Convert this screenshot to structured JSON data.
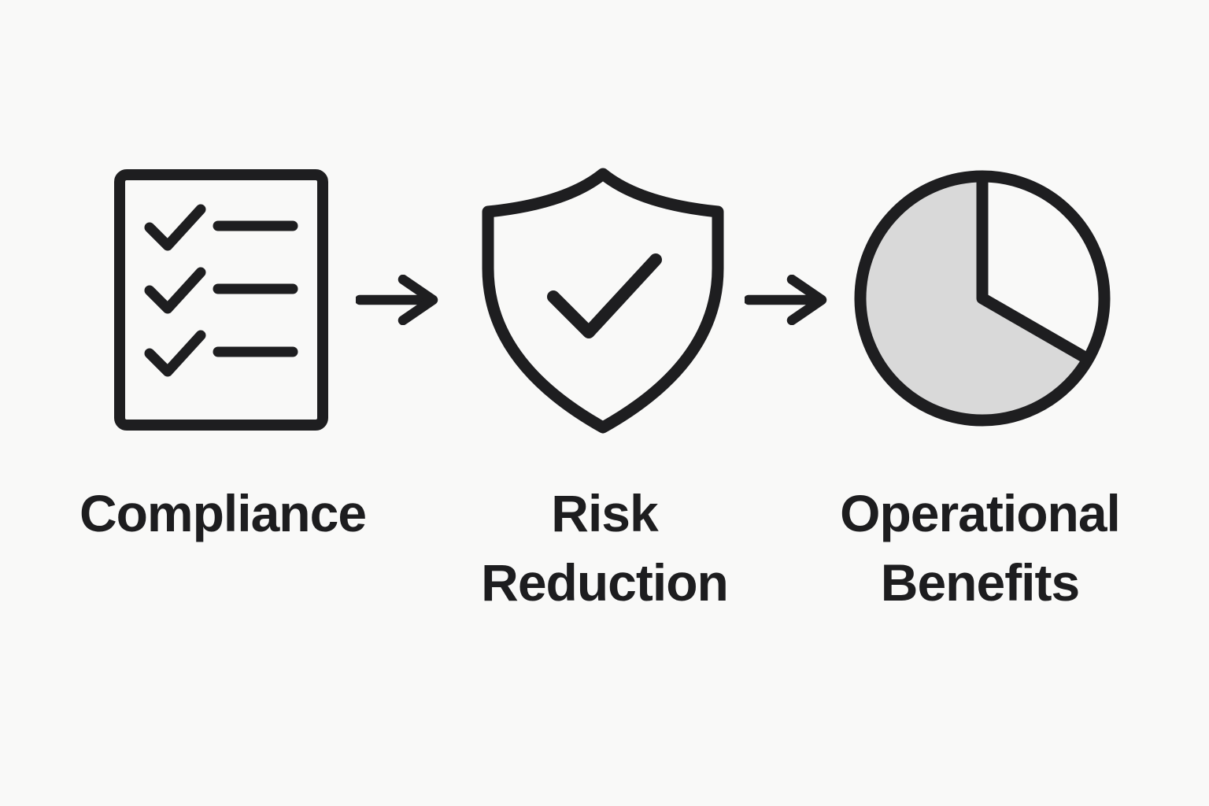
{
  "diagram": {
    "title": "compliance-to-benefits process flow",
    "steps": [
      {
        "id": "compliance",
        "icon": "checklist-document-icon",
        "label": "Compliance"
      },
      {
        "id": "risk-reduction",
        "icon": "shield-check-icon",
        "label": "Risk Reduction"
      },
      {
        "id": "operational-benefits",
        "icon": "pie-chart-icon",
        "label": "Operational Benefits"
      }
    ],
    "connectors": [
      {
        "from": "compliance",
        "to": "risk-reduction",
        "icon": "arrow-right-icon"
      },
      {
        "from": "risk-reduction",
        "to": "operational-benefits",
        "icon": "arrow-right-icon"
      }
    ],
    "pie_chart_icon": {
      "gray_fraction": 0.67,
      "white_slice_position": "top-right",
      "white_slice_degrees": 120
    }
  },
  "colors": {
    "bg_color": "#f9f9f8",
    "stroke_color": "#1e1e20",
    "text_color": "#1d1d1f",
    "pie_gray": "#d9d9d9"
  }
}
